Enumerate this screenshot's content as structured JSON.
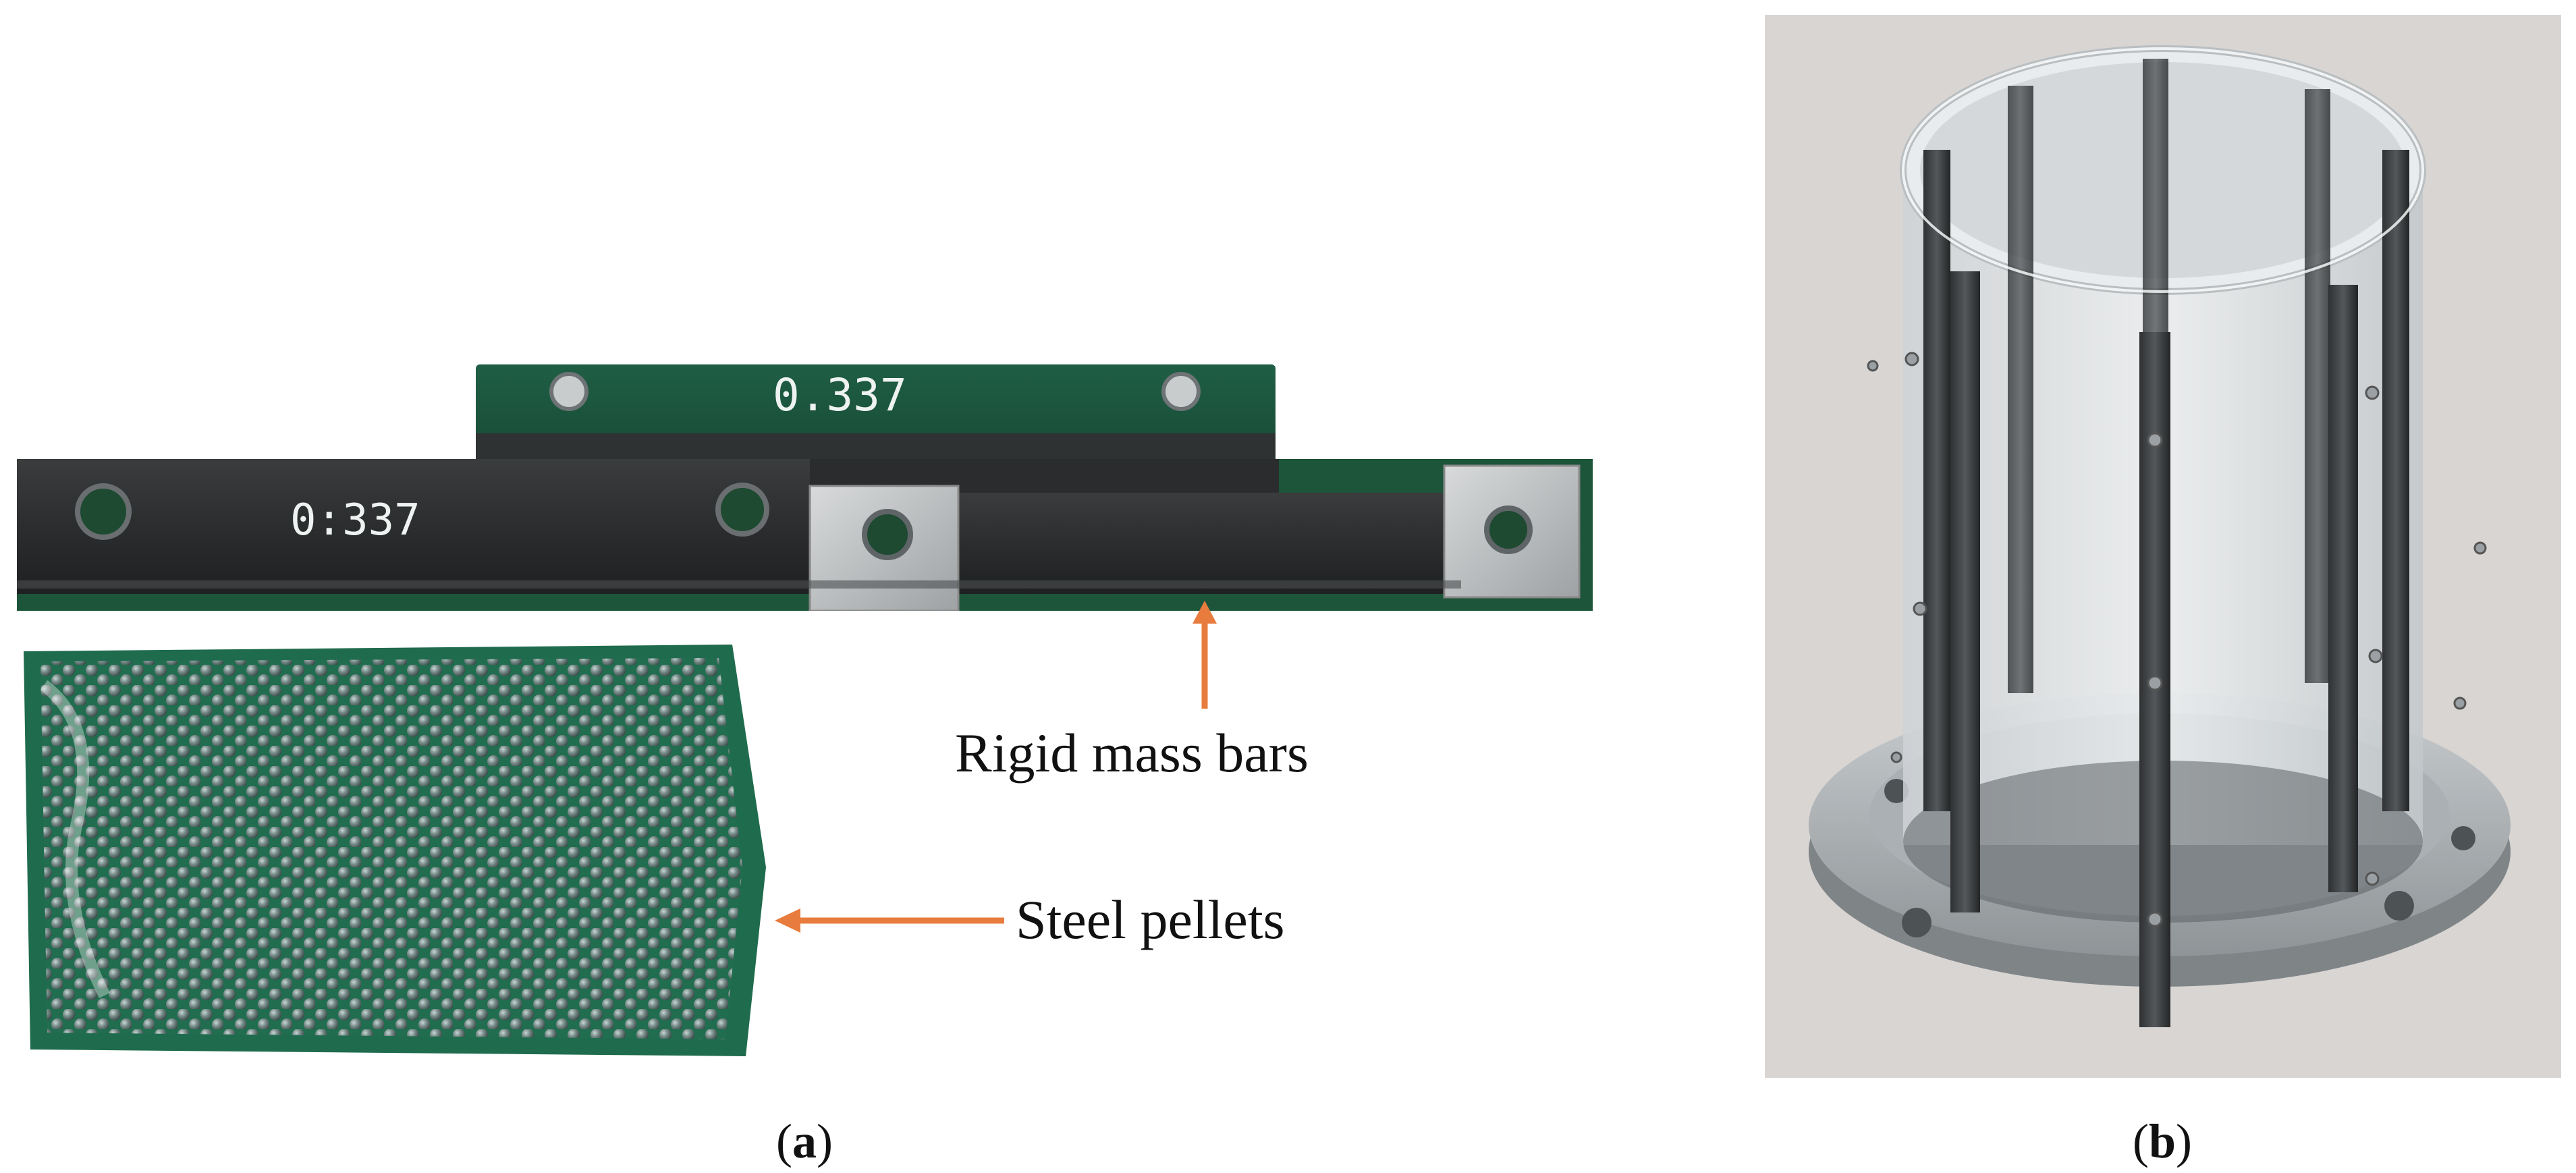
{
  "panel_a": {
    "bar_marking_top": "0.337",
    "bar_marking_bottom": "0:337",
    "annotation_bars": "Rigid mass bars",
    "annotation_pellets": "Steel pellets",
    "caption_letter": "a",
    "arrow_color": "#e87c3e"
  },
  "panel_b": {
    "caption_letter": "b"
  }
}
